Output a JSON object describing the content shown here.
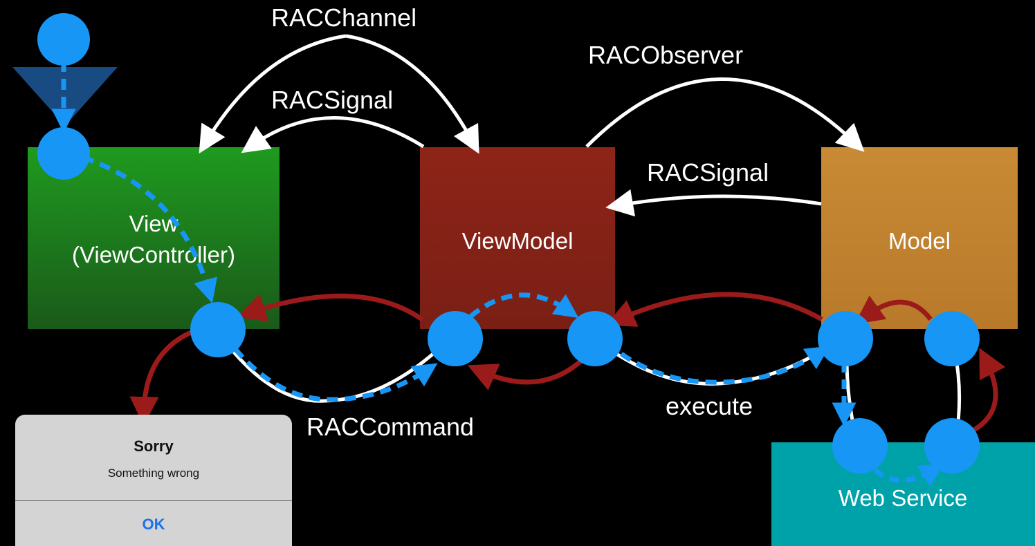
{
  "nodes": {
    "view_line1": "View",
    "view_line2": "(ViewController)",
    "viewmodel": "ViewModel",
    "model": "Model",
    "web_service": "Web Service"
  },
  "arrow_labels": {
    "rac_channel": "RACChannel",
    "rac_signal_top": "RACSignal",
    "rac_observer": "RACObserver",
    "rac_signal_model": "RACSignal",
    "rac_command": "RACCommand",
    "execute": "execute"
  },
  "alert": {
    "title": "Sorry",
    "message": "Something wrong",
    "ok_label": "OK"
  },
  "colors": {
    "background": "#000000",
    "view": "#1f8c1f",
    "viewmodel": "#8b2418",
    "model": "#c98a35",
    "web_service": "#00a2aa",
    "event_dot": "#1896f5",
    "error_arrow": "#9b1b1b",
    "signal_arrow": "#ffffff"
  }
}
